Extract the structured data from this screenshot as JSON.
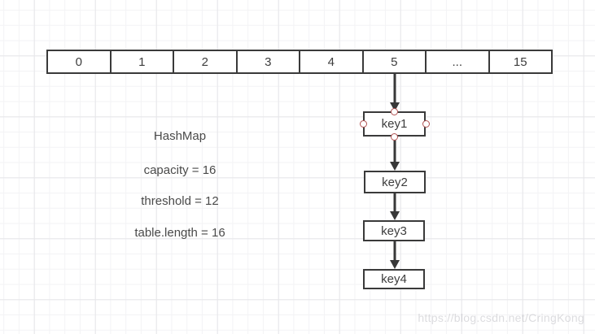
{
  "diagram": {
    "array": {
      "cells": [
        "0",
        "1",
        "2",
        "3",
        "4",
        "5",
        "...",
        "15"
      ]
    },
    "chain": {
      "nodes": [
        {
          "label": "key1",
          "selected": true
        },
        {
          "label": "key2",
          "selected": false
        },
        {
          "label": "key3",
          "selected": false
        },
        {
          "label": "key4",
          "selected": false
        }
      ]
    },
    "info": {
      "title": "HashMap",
      "lines": [
        "capacity = 16",
        "threshold = 12",
        "table.length = 16"
      ]
    },
    "watermark": "https://blog.csdn.net/CringKong",
    "colors": {
      "shape_border": "#3a3a3a",
      "shape_text": "#3d3d3d",
      "arrow": "#383838",
      "selection_handle_border": "#b25252",
      "grid_minor": "#f3f3f5",
      "grid_major": "#e6e6e9",
      "canvas_background": "#ffffff"
    }
  }
}
